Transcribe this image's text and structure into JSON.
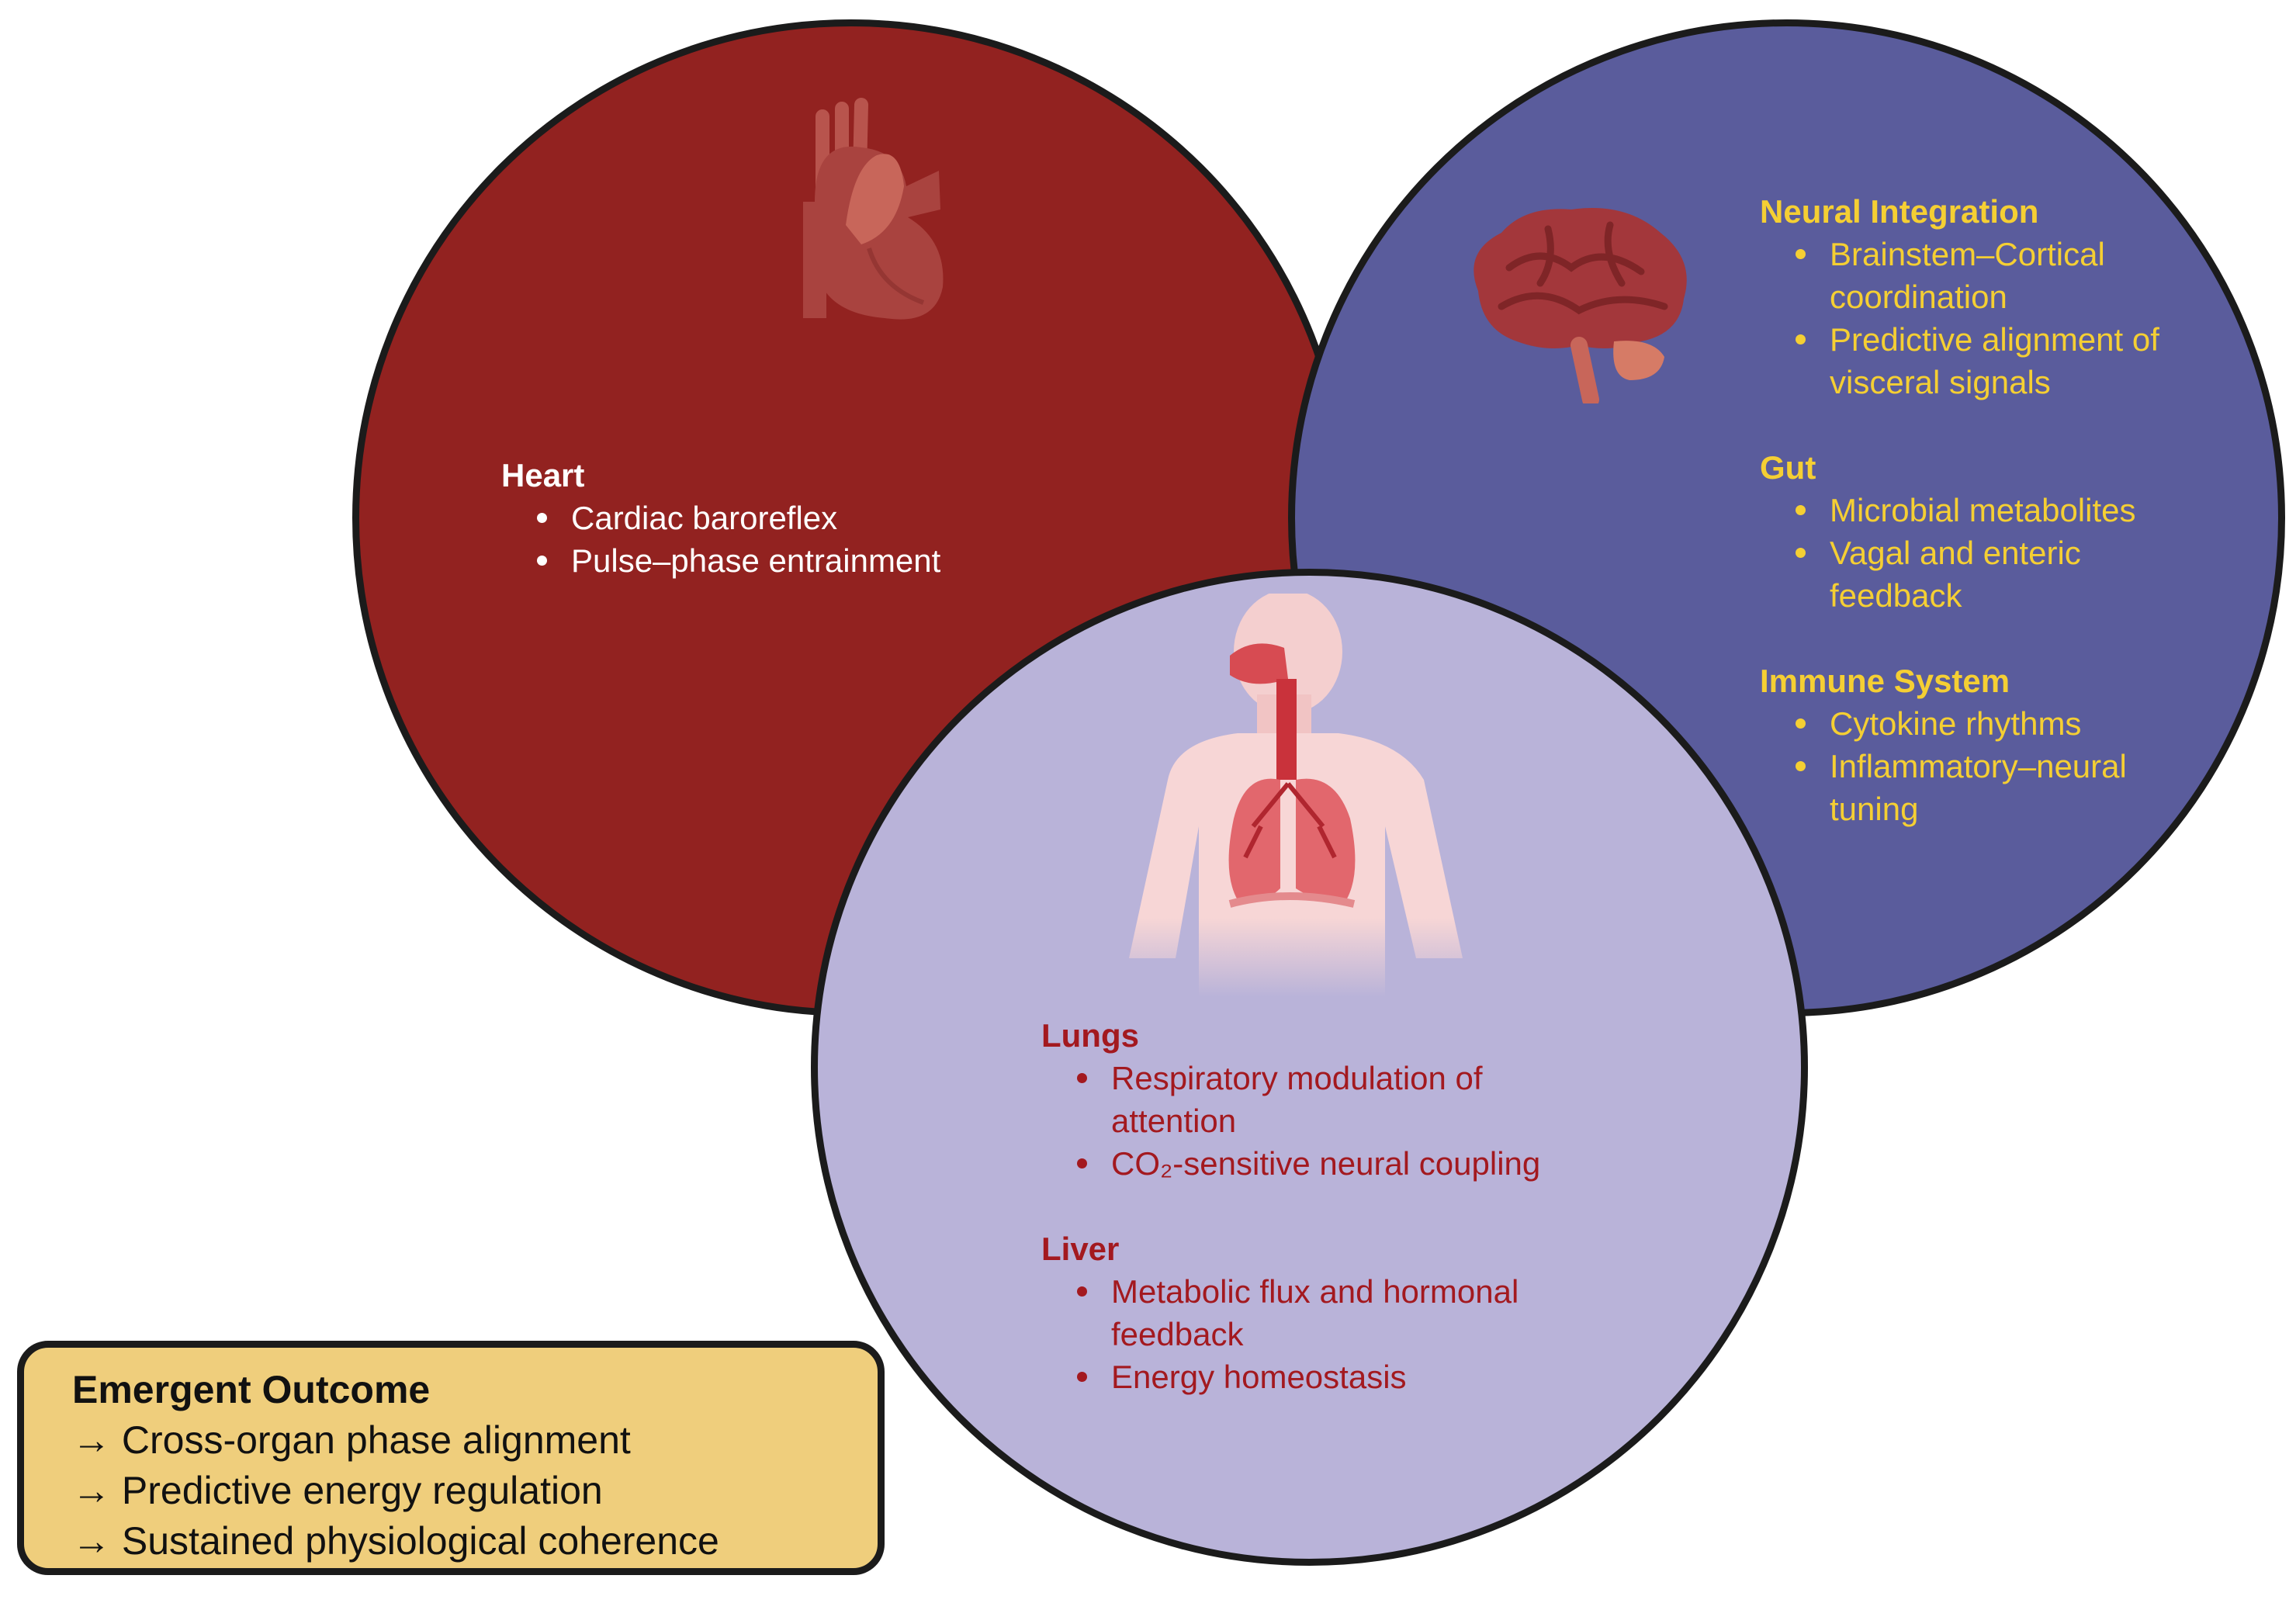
{
  "colors": {
    "heart_circle": "#922220",
    "neural_circle": "#5a5c9c",
    "lungs_circle": "#b9b3d9",
    "heart_text": "#ffffff",
    "neural_text": "#f5cf33",
    "lungs_text": "#a3191f",
    "outcome_box": "#efce7c"
  },
  "heart": {
    "title": "Heart",
    "items": [
      "Cardiac baroreflex",
      "Pulse–phase entrainment"
    ],
    "icon": "heart-icon"
  },
  "neural_circle": {
    "icon": "brain-icon",
    "sections": [
      {
        "title": "Neural Integration",
        "items": [
          "Brainstem–Cortical coordination",
          "Predictive alignment of visceral signals"
        ]
      },
      {
        "title": "Gut",
        "items": [
          "Microbial metabolites",
          "Vagal and enteric feedback"
        ]
      },
      {
        "title": "Immune System",
        "items": [
          "Cytokine rhythms",
          "Inflammatory–neural tuning"
        ]
      }
    ]
  },
  "lungs_circle": {
    "icon": "respiratory-system-icon",
    "sections": [
      {
        "title": "Lungs",
        "items": [
          "Respiratory modulation of attention",
          "CO₂-sensitive neural coupling"
        ]
      },
      {
        "title": "Liver",
        "items": [
          "Metabolic flux and hormonal feedback",
          "Energy homeostasis"
        ]
      }
    ]
  },
  "outcome": {
    "title": "Emergent Outcome",
    "lines": [
      "→ Cross-organ phase alignment",
      "→ Predictive energy regulation",
      "→ Sustained physiological coherence"
    ]
  }
}
